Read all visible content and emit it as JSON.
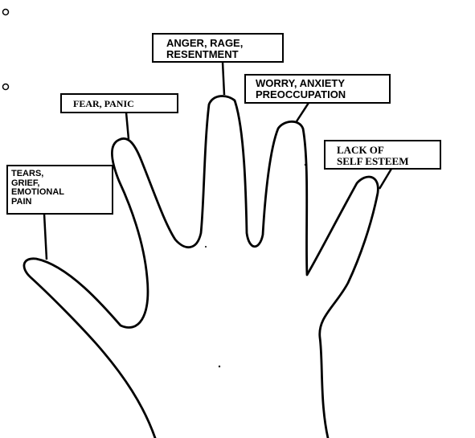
{
  "labels": {
    "tears": "TEARS,\nGRIEF,\nEMOTIONAL\nPAIN",
    "fear": "FEAR, PANIC",
    "anger": "ANGER, RAGE,\nRESENTMENT",
    "worry": "WORRY, ANXIETY\nPREOCCUPATION",
    "lack": "LACK OF\nSELF ESTEEM"
  },
  "colors": {
    "outline": "#000000",
    "background": "#ffffff"
  }
}
